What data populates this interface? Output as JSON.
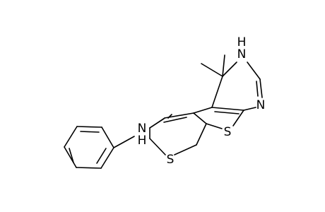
{
  "diagram": {
    "type": "chemical-structure",
    "background_color": "#ffffff",
    "line_color": "#000000",
    "atom_labels": {
      "amine_nitrogen": "N",
      "nh_hydrogen": "H",
      "ring_nh_nitrogen": "N",
      "ring_nh_hydrogen": "H",
      "imine_nitrogen": "N",
      "thiophene_sulfur": "S",
      "thiopyran_sulfur": "S"
    }
  }
}
